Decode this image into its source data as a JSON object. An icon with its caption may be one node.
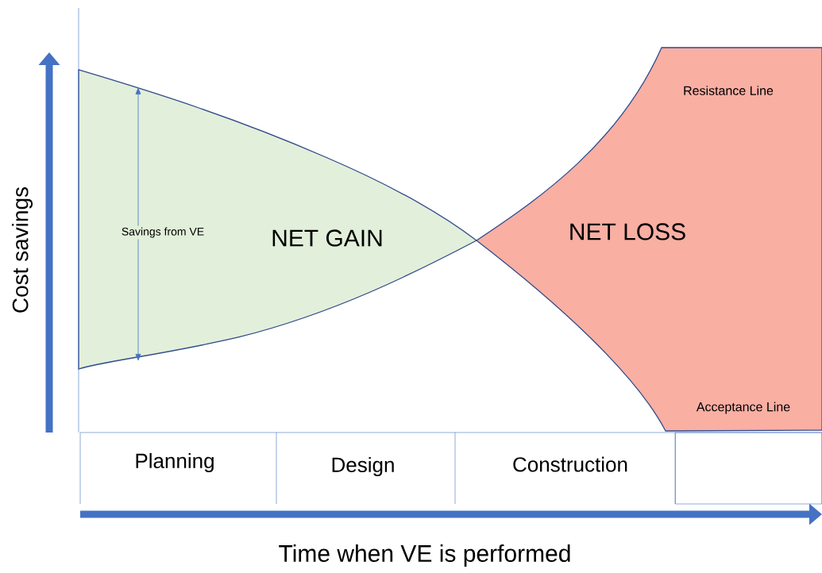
{
  "diagram": {
    "nodes": [
      {
        "text": [
          "NET GAIN"
        ]
      },
      {
        "text": [
          "NET LOSS"
        ]
      },
      {
        "text": [
          "Planning"
        ]
      },
      {
        "text": [
          "Design"
        ]
      },
      {
        "text": [
          "Construction"
        ]
      },
      {
        "text": [],
        "shape": "box"
      }
    ],
    "labels": [
      "Resistance Line",
      "Cost savings",
      "Savings from VE",
      "Acceptance Line",
      "Time when VE is performed"
    ]
  }
}
